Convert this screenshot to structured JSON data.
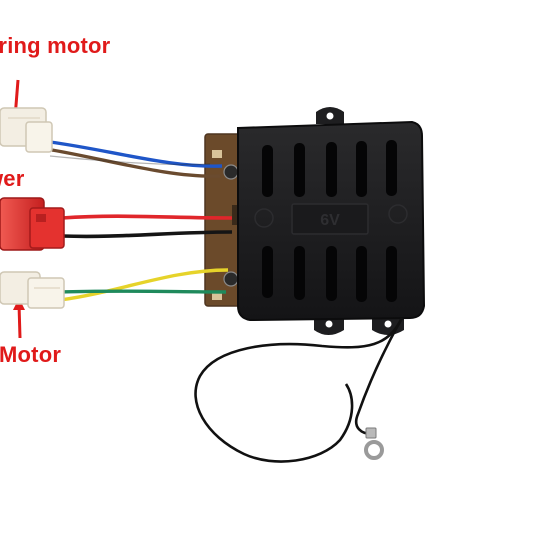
{
  "labels": {
    "steering_motor": "ering motor",
    "power": "wer",
    "motor": "Motor"
  },
  "board": {
    "marking": "6V"
  },
  "colors": {
    "label_red": "#e01a1a",
    "housing": "#1d1d1f",
    "pcb": "#6b4a2a",
    "wire_blue": "#1f56c8",
    "wire_brown": "#6a4b2f",
    "wire_red": "#e0262b",
    "wire_black": "#151515",
    "wire_yellow": "#e6d32a",
    "wire_green": "#1f8a5c",
    "connector_red": "#e4322f",
    "connector_white": "#f3eee3"
  }
}
